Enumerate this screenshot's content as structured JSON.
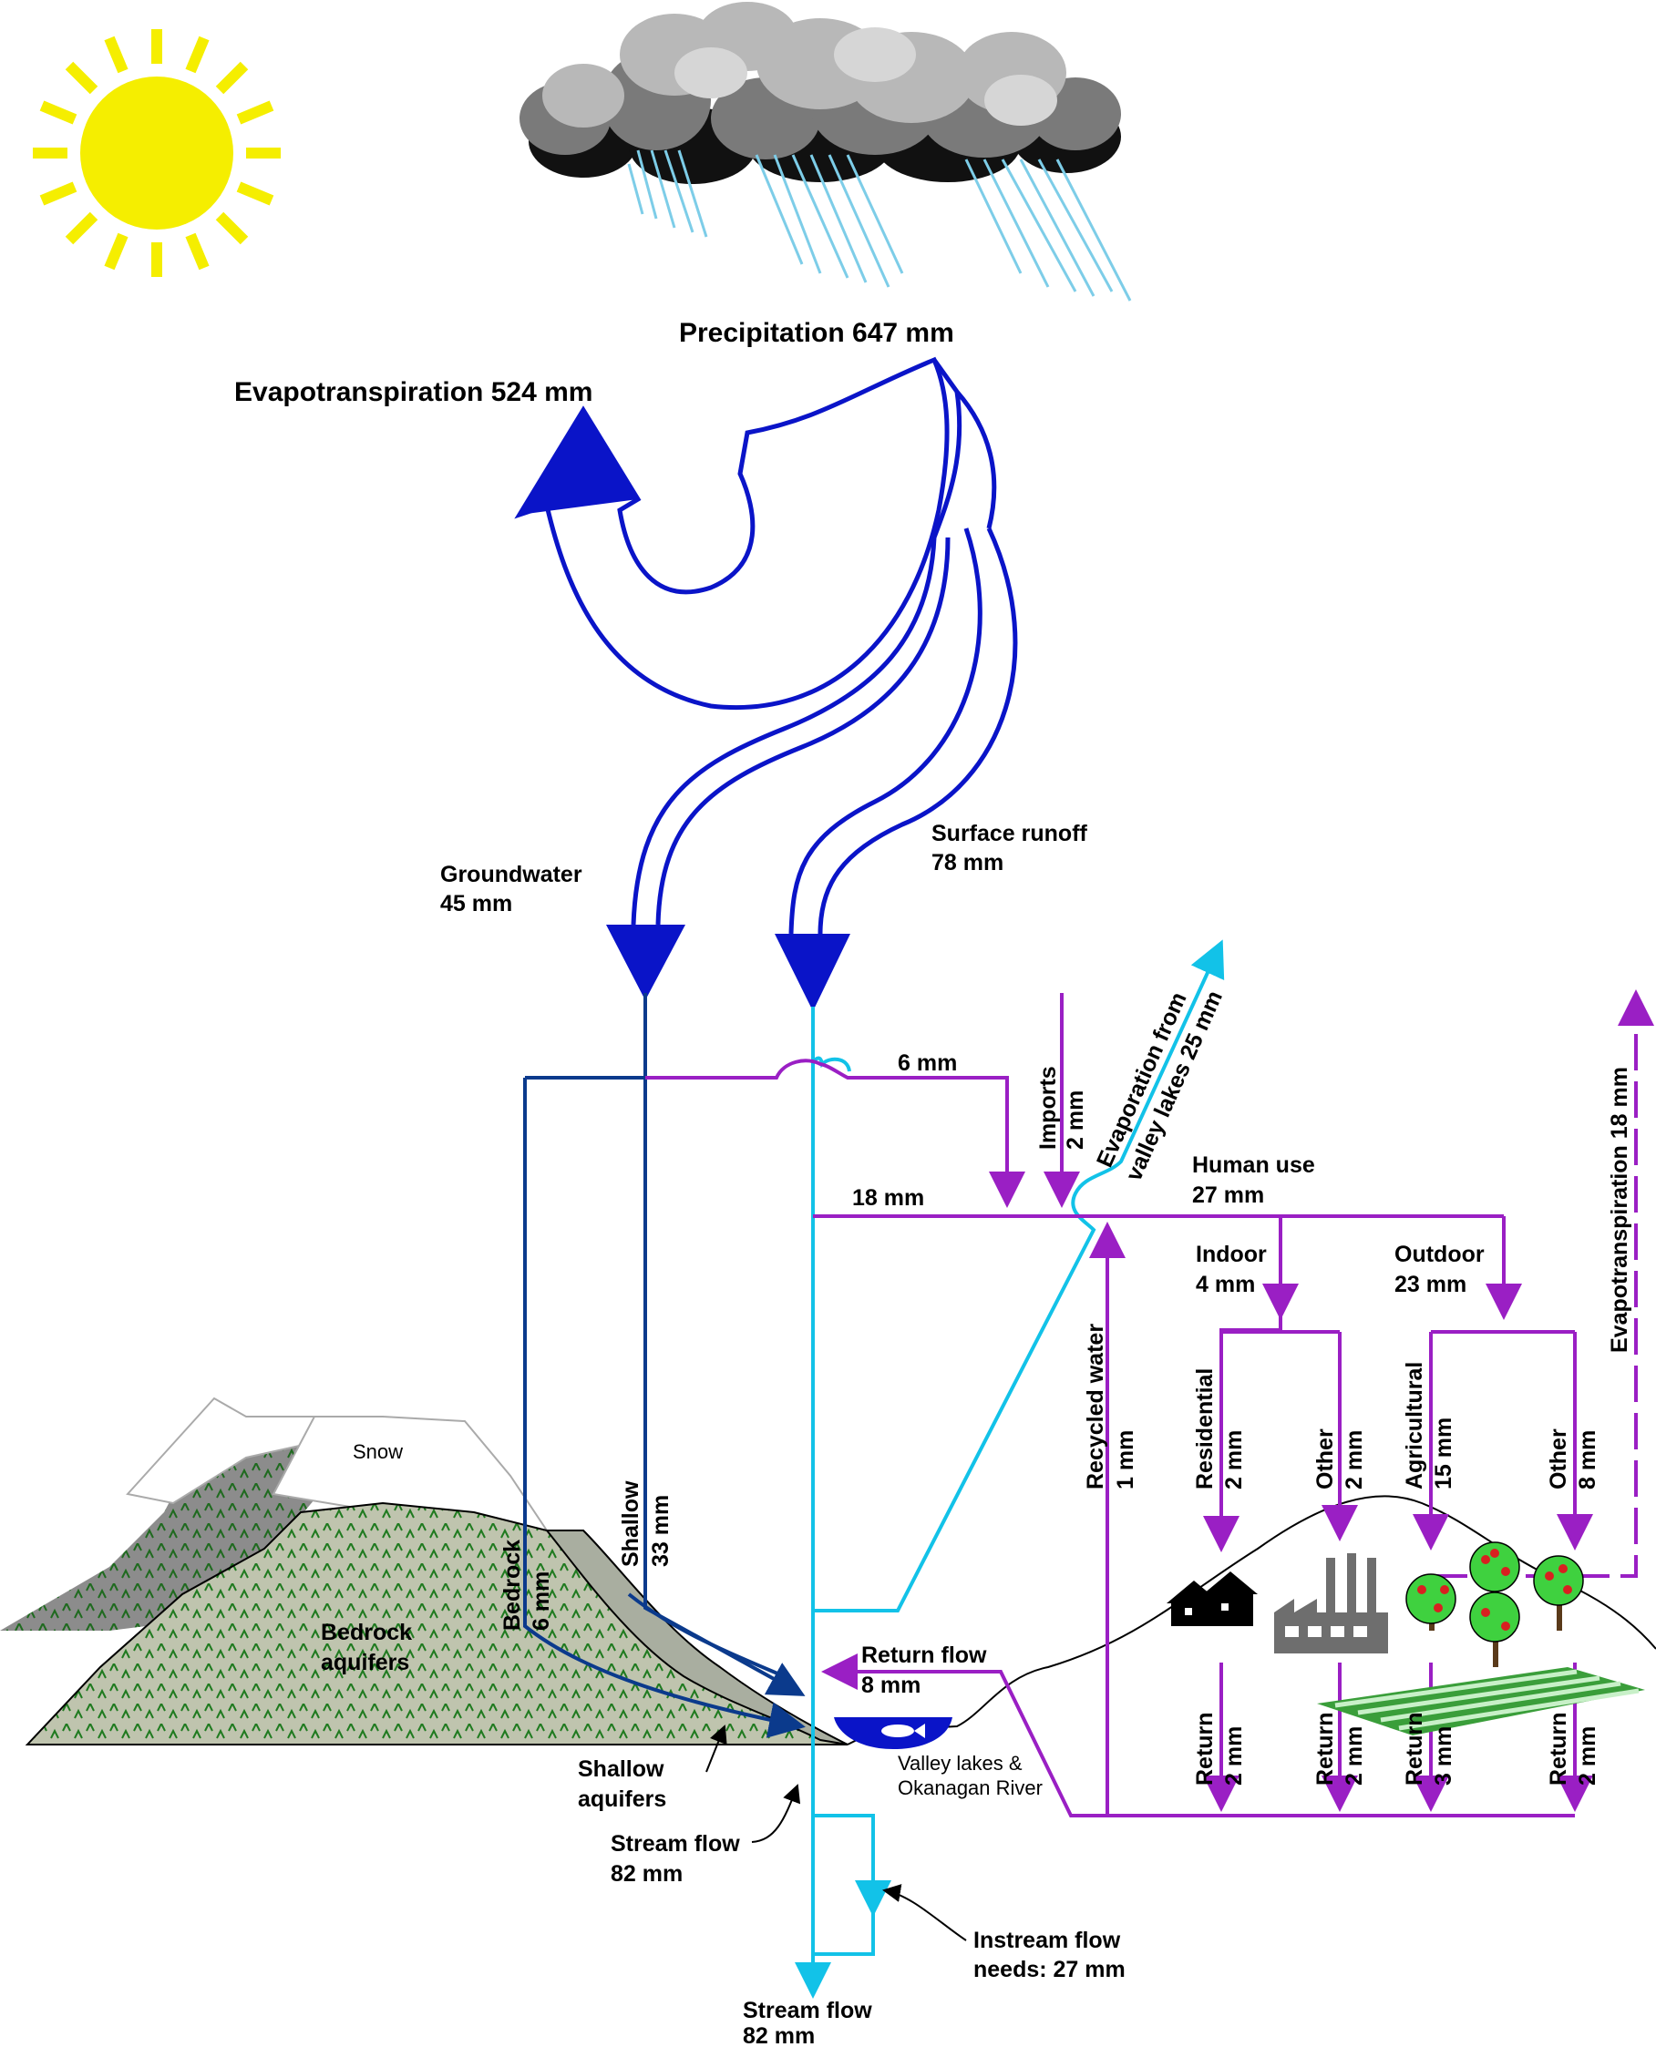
{
  "labels": {
    "precipitation": "Precipitation 647 mm",
    "evapotranspiration": "Evapotranspiration 524 mm",
    "groundwater_name": "Groundwater",
    "groundwater_value": "45 mm",
    "surface_runoff_name": "Surface runoff",
    "surface_runoff_value": "78 mm",
    "six_mm": "6 mm",
    "eighteen_mm": "18 mm",
    "imports_name": "Imports",
    "imports_value": "2 mm",
    "evap_lakes_line1": "Evaporation from",
    "evap_lakes_line2": "valley lakes 25 mm",
    "human_use_name": "Human use",
    "human_use_value": "27 mm",
    "indoor_name": "Indoor",
    "indoor_value": "4 mm",
    "outdoor_name": "Outdoor",
    "outdoor_value": "23 mm",
    "evapo_right": "Evapotranspiration 18 mm",
    "recycled_name": "Recycled water",
    "recycled_value": "1 mm",
    "residential_name": "Residential",
    "residential_value": "2 mm",
    "other_indoor_name": "Other",
    "other_indoor_value": "2 mm",
    "agricultural_name": "Agricultural",
    "agricultural_value": "15 mm",
    "other_outdoor_name": "Other",
    "other_outdoor_value": "8 mm",
    "shallow_name": "Shallow",
    "shallow_value": "33 mm",
    "bedrock_name": "Bedrock",
    "bedrock_value": "6 mm",
    "snow": "Snow",
    "bedrock_aquifers_line1": "Bedrock",
    "bedrock_aquifers_line2": "aquifers",
    "shallow_aquifers_line1": "Shallow",
    "shallow_aquifers_line2": "aquifers",
    "return_flow_name": "Return flow",
    "return_flow_value": "8 mm",
    "valley_lakes_line1": "Valley lakes &",
    "valley_lakes_line2": "Okanagan River",
    "return_word": "Return",
    "return_residential": "2 mm",
    "return_other_indoor": "2 mm",
    "return_agricultural": "3 mm",
    "return_other_outdoor": "2 mm",
    "stream_flow_mid_name": "Stream flow",
    "stream_flow_mid_value": "82 mm",
    "instream_line1": "Instream flow",
    "instream_line2": "needs: 27 mm",
    "stream_flow_bottom_name": "Stream flow",
    "stream_flow_bottom_value": "82 mm"
  },
  "colors": {
    "dark_blue": "#0a14c8",
    "navy": "#0b3a8c",
    "cyan": "#12c2e8",
    "purple": "#9a1fc4",
    "sun": "#f5ee00",
    "hill": "#bfc4ae",
    "mountain": "#8c8c8c"
  },
  "icons": [
    "sun-icon",
    "cloud-icon",
    "rain-icon",
    "fish-icon",
    "house-icon",
    "factory-icon",
    "orchard-icon",
    "field-icon"
  ]
}
